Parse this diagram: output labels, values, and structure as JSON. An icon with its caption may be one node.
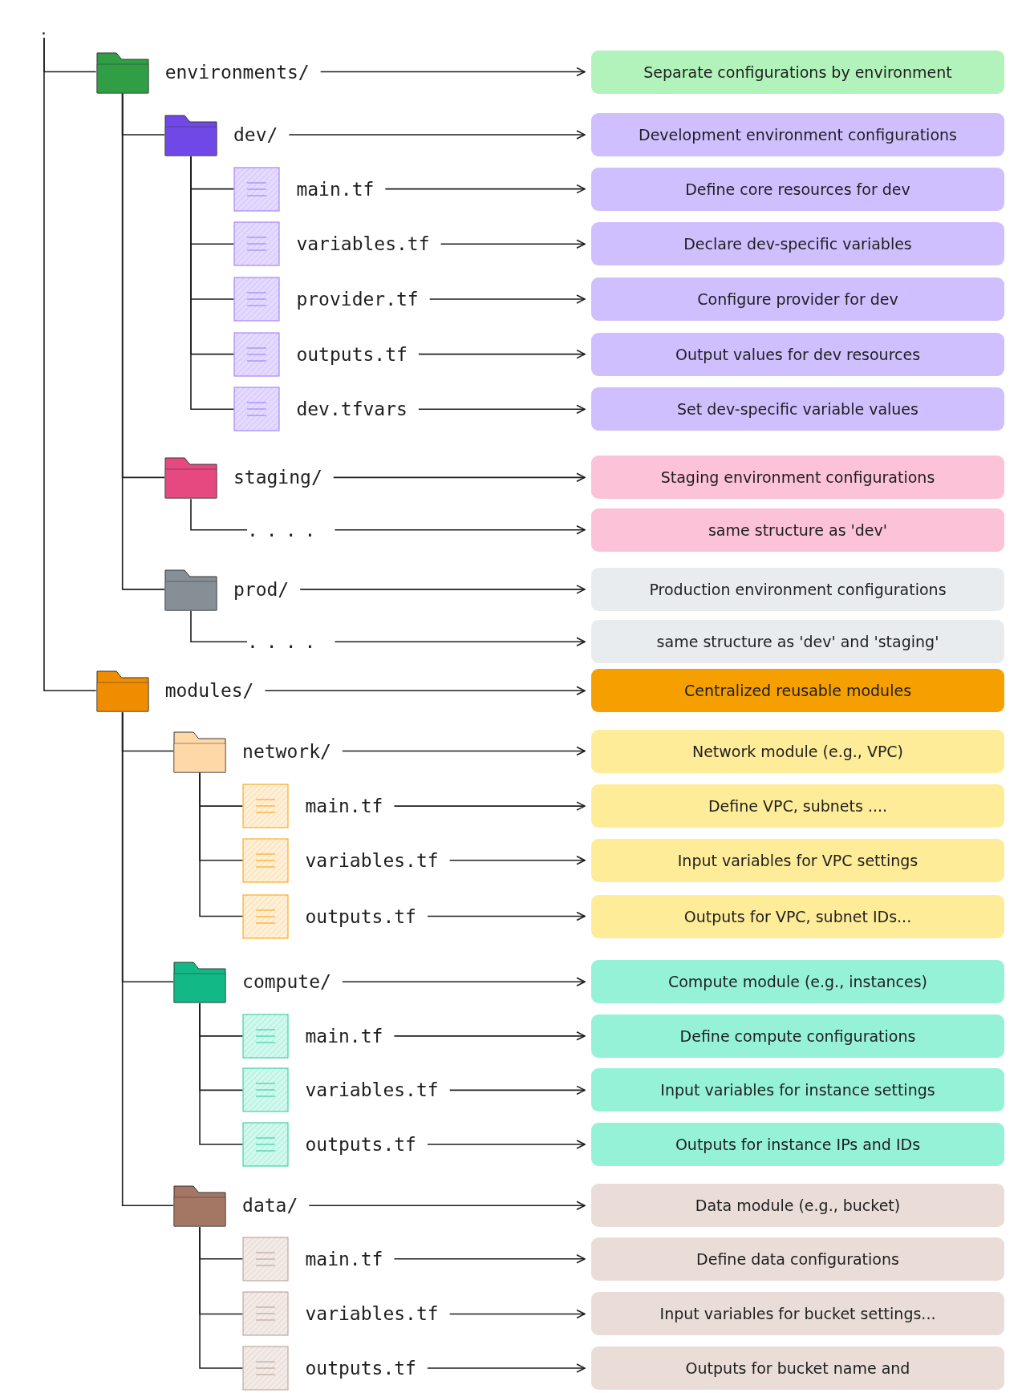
{
  "diagram": {
    "nodes": [
      {
        "text": [
          "."
        ]
      },
      {
        "text": [
          "environments/"
        ]
      },
      {
        "text": [
          "Separate configurations by environment"
        ]
      },
      {
        "text": [
          "dev/"
        ]
      },
      {
        "text": [
          "Development environment configurations"
        ]
      },
      {
        "text": [
          "main.tf"
        ]
      },
      {
        "text": [
          "Define core resources for dev"
        ]
      },
      {
        "text": [
          "variables.tf"
        ]
      },
      {
        "text": [
          "Declare dev-specific variables"
        ]
      },
      {
        "text": [
          "provider.tf"
        ]
      },
      {
        "text": [
          "Configure provider for dev"
        ]
      },
      {
        "text": [
          "outputs.tf"
        ]
      },
      {
        "text": [
          "Output values for dev resources"
        ]
      },
      {
        "text": [
          "dev.tfvars"
        ]
      },
      {
        "text": [
          "Set dev-specific variable values"
        ]
      },
      {
        "text": [
          "staging/"
        ]
      },
      {
        "text": [
          "Staging environment configurations"
        ]
      },
      {
        "text": [
          "...."
        ]
      },
      {
        "text": [
          "same structure as 'dev'"
        ]
      },
      {
        "text": [
          "prod/"
        ]
      },
      {
        "text": [
          "Production environment configurations"
        ]
      },
      {
        "text": [
          "...."
        ]
      },
      {
        "text": [
          "same structure as 'dev' and 'staging'"
        ]
      },
      {
        "text": [
          "modules/"
        ]
      },
      {
        "text": [
          "Centralized reusable modules"
        ]
      },
      {
        "text": [
          "network/"
        ]
      },
      {
        "text": [
          "Network module (e.g., VPC)"
        ]
      },
      {
        "text": [
          "main.tf"
        ]
      },
      {
        "text": [
          "Define VPC, subnets ...."
        ]
      },
      {
        "text": [
          "variables.tf"
        ]
      },
      {
        "text": [
          "Input variables for VPC settings"
        ]
      },
      {
        "text": [
          "outputs.tf"
        ]
      },
      {
        "text": [
          "Outputs for VPC, subnet IDs..."
        ]
      },
      {
        "text": [
          "compute/"
        ]
      },
      {
        "text": [
          "Compute module (e.g., instances)"
        ]
      },
      {
        "text": [
          "main.tf"
        ]
      },
      {
        "text": [
          "Define compute configurations"
        ]
      },
      {
        "text": [
          "variables.tf"
        ]
      },
      {
        "text": [
          "Input variables for instance settings"
        ]
      },
      {
        "text": [
          "outputs.tf"
        ]
      },
      {
        "text": [
          "Outputs for instance IPs and IDs"
        ]
      },
      {
        "text": [
          "data/"
        ]
      },
      {
        "text": [
          "Data module (e.g., bucket)"
        ]
      },
      {
        "text": [
          "main.tf"
        ]
      },
      {
        "text": [
          "Define data configurations"
        ]
      },
      {
        "text": [
          "variables.tf"
        ]
      },
      {
        "text": [
          "Input variables for bucket settings..."
        ]
      },
      {
        "text": [
          "outputs.tf"
        ]
      },
      {
        "text": [
          "Outputs for bucket name and"
        ]
      }
    ],
    "edges": [
      {
        "from": 0,
        "to": 1,
        "arrow": "none"
      },
      {
        "from": 1,
        "to": 2,
        "arrow": "to"
      },
      {
        "from": 1,
        "to": 3,
        "arrow": "none"
      },
      {
        "from": 3,
        "to": 4,
        "arrow": "to"
      },
      {
        "from": 3,
        "to": 5,
        "arrow": "none"
      },
      {
        "from": 5,
        "to": 6,
        "arrow": "to"
      },
      {
        "from": 3,
        "to": 7,
        "arrow": "none"
      },
      {
        "from": 7,
        "to": 8,
        "arrow": "to"
      },
      {
        "from": 3,
        "to": 9,
        "arrow": "none"
      },
      {
        "from": 9,
        "to": 10,
        "arrow": "to"
      },
      {
        "from": 3,
        "to": 11,
        "arrow": "none"
      },
      {
        "from": 11,
        "to": 12,
        "arrow": "to"
      },
      {
        "from": 3,
        "to": 13,
        "arrow": "none"
      },
      {
        "from": 13,
        "to": 14,
        "arrow": "to"
      },
      {
        "from": 1,
        "to": 15,
        "arrow": "none"
      },
      {
        "from": 15,
        "to": 16,
        "arrow": "to"
      },
      {
        "from": 15,
        "to": 17,
        "arrow": "none"
      },
      {
        "from": 17,
        "to": 18,
        "arrow": "to"
      },
      {
        "from": 1,
        "to": 19,
        "arrow": "none"
      },
      {
        "from": 19,
        "to": 20,
        "arrow": "to"
      },
      {
        "from": 19,
        "to": 21,
        "arrow": "none"
      },
      {
        "from": 21,
        "to": 22,
        "arrow": "to"
      },
      {
        "from": 0,
        "to": 23,
        "arrow": "none"
      },
      {
        "from": 23,
        "to": 24,
        "arrow": "to"
      },
      {
        "from": 23,
        "to": 25,
        "arrow": "none"
      },
      {
        "from": 25,
        "to": 26,
        "arrow": "to"
      },
      {
        "from": 25,
        "to": 27,
        "arrow": "none"
      },
      {
        "from": 27,
        "to": 28,
        "arrow": "to"
      },
      {
        "from": 25,
        "to": 29,
        "arrow": "none"
      },
      {
        "from": 29,
        "to": 30,
        "arrow": "to"
      },
      {
        "from": 25,
        "to": 31,
        "arrow": "none"
      },
      {
        "from": 31,
        "to": 32,
        "arrow": "to"
      },
      {
        "from": 23,
        "to": 33,
        "arrow": "none"
      },
      {
        "from": 33,
        "to": 34,
        "arrow": "to"
      },
      {
        "from": 33,
        "to": 35,
        "arrow": "none"
      },
      {
        "from": 35,
        "to": 36,
        "arrow": "to"
      },
      {
        "from": 33,
        "to": 37,
        "arrow": "none"
      },
      {
        "from": 37,
        "to": 38,
        "arrow": "to"
      },
      {
        "from": 33,
        "to": 39,
        "arrow": "none"
      },
      {
        "from": 39,
        "to": 40,
        "arrow": "to"
      },
      {
        "from": 23,
        "to": 41,
        "arrow": "none"
      },
      {
        "from": 41,
        "to": 42,
        "arrow": "to"
      },
      {
        "from": 41,
        "to": 43,
        "arrow": "none"
      },
      {
        "from": 43,
        "to": 44,
        "arrow": "to"
      },
      {
        "from": 41,
        "to": 45,
        "arrow": "none"
      },
      {
        "from": 45,
        "to": 46,
        "arrow": "to"
      },
      {
        "from": 41,
        "to": 47,
        "arrow": "none"
      },
      {
        "from": 47,
        "to": 48,
        "arrow": "to"
      }
    ]
  }
}
